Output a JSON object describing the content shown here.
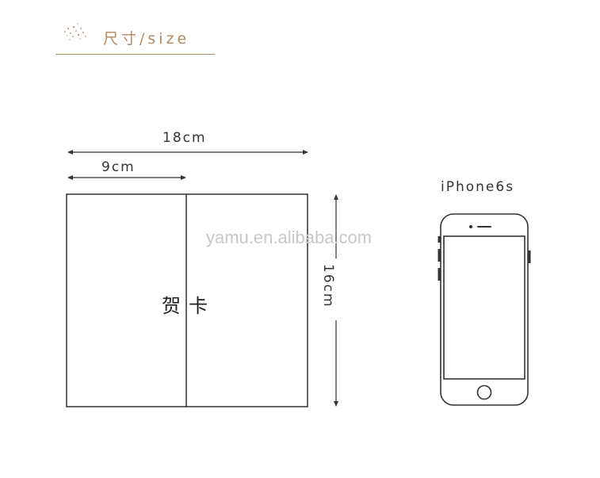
{
  "header": {
    "title": "尺寸/size",
    "accent_color": "#b58a5e",
    "icon": "sparkle-icon"
  },
  "diagram": {
    "width_label": "18cm",
    "half_width_label": "9cm",
    "height_label": "16cm",
    "card_label": "贺卡",
    "phone_label": "iPhone6s",
    "watermark": "yamu.en.alibaba.com",
    "line_color": "#333333"
  }
}
